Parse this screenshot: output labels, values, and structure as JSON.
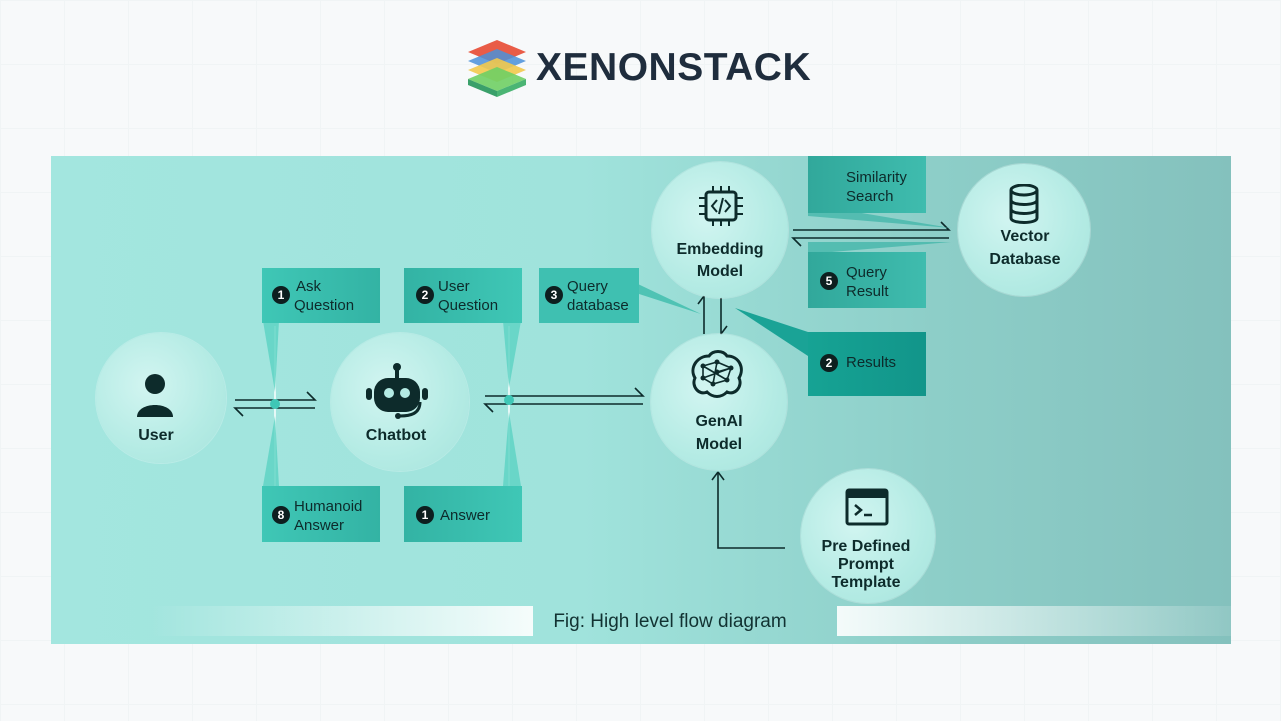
{
  "brand": {
    "name": "XENONSTACK",
    "logo_colors": [
      "#e8533d",
      "#4a90d9",
      "#f2c94c",
      "#6fcf64",
      "#3aa06a"
    ]
  },
  "nodes": {
    "user": "User",
    "chatbot": "Chatbot",
    "embedding_line1": "Embedding",
    "embedding_line2": "Model",
    "genai_line1": "GenAI",
    "genai_line2": "Model",
    "vector_line1": "Vector",
    "vector_line2": "Database",
    "prompt_line1": "Pre Defined",
    "prompt_line2": "Prompt",
    "prompt_line3": "Template"
  },
  "steps": {
    "ask": {
      "num": "1",
      "line1": "Ask",
      "line2": "Question"
    },
    "user_question": {
      "num": "2",
      "line1": "User",
      "line2": "Question"
    },
    "query_db": {
      "num": "3",
      "line1": "Query",
      "line2": "database"
    },
    "similarity": {
      "line1": "Similarity",
      "line2": "Search"
    },
    "query_result": {
      "num": "5",
      "line1": "Query",
      "line2": "Result"
    },
    "results": {
      "num": "2",
      "line1": "Results"
    },
    "humanoid": {
      "num": "8",
      "line1": "Humanoid",
      "line2": "Answer"
    },
    "answer": {
      "num": "1",
      "line1": "Answer"
    }
  },
  "caption": "Fig: High level flow diagram",
  "colors": {
    "box_light": "#3fc7b6",
    "box_dark": "#1aa396",
    "arrow": "#0d2b2b",
    "connector": "#ffffff"
  }
}
